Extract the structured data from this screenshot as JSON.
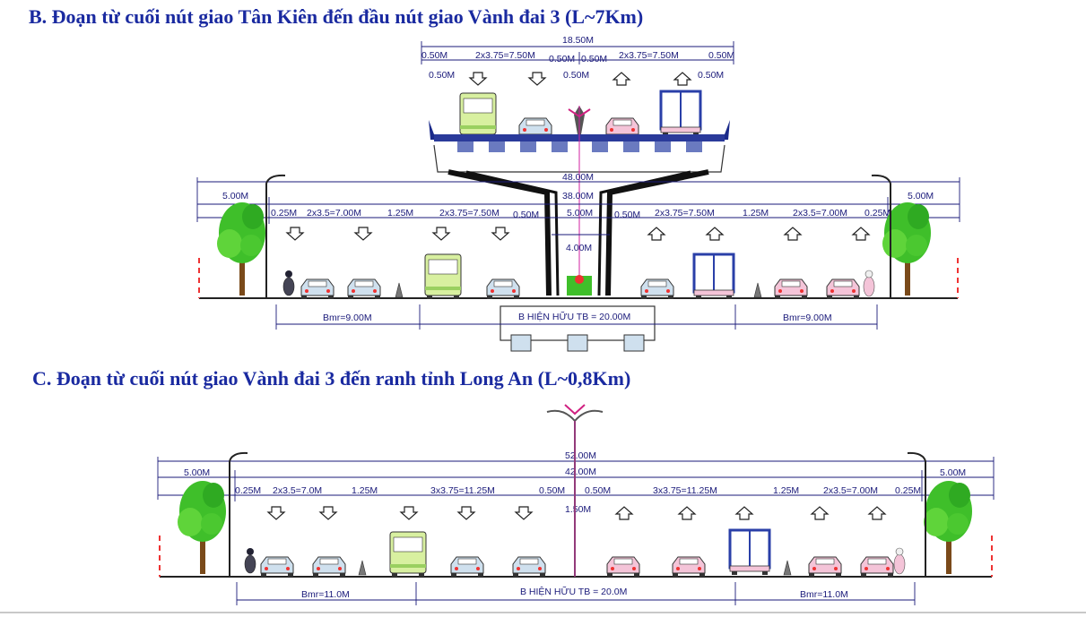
{
  "sections": {
    "b": {
      "title": "B. Đoạn từ cuối nút giao Tân Kiên đến đầu nút giao Vành đai 3 (L~7Km)",
      "elevated": {
        "total": "18.50M",
        "left_edge": "0.50M",
        "left_lanes": "2x3.75=7.50M",
        "median_left": "0.50M",
        "median_right": "0.50M",
        "right_lanes": "2x3.75=7.50M",
        "right_edge": "0.50M",
        "sub_left": "0.50M",
        "sub_center": "0.50M",
        "sub_right": "0.50M"
      },
      "ground": {
        "overall": "48.00M",
        "carriageway": "38.00M",
        "sidewalk_left": "5.00M",
        "sidewalk_right": "5.00M",
        "left_edge": "0.25M",
        "left_mixed": "2x3.5=7.00M",
        "left_sep": "1.25M",
        "left_main": "2x3.75=7.50M",
        "median_gap_left": "0.50M",
        "median": "5.00M",
        "median_gap_right": "0.50M",
        "right_main": "2x3.75=7.50M",
        "right_sep": "1.25M",
        "right_mixed": "2x3.5=7.00M",
        "right_edge": "0.25M",
        "pier_width": "4.00M"
      },
      "bottom": {
        "left": "Bmr=9.00M",
        "center": "B HIỆN HỮU TB = 20.00M",
        "right": "Bmr=9.00M"
      }
    },
    "c": {
      "title": "C. Đoạn từ cuối nút giao Vành đai 3 đến ranh tỉnh Long An (L~0,8Km)",
      "overall": "52.00M",
      "carriageway": "42.00M",
      "sidewalk_left": "5.00M",
      "sidewalk_right": "5.00M",
      "left_edge": "0.25M",
      "left_mixed": "2x3.5=7.0M",
      "left_sep": "1.25M",
      "left_main": "3x3.75=11.25M",
      "median_gap_left": "0.50M",
      "median_gap_right": "0.50M",
      "median": "1.50M",
      "right_main": "3x3.75=11.25M",
      "right_sep": "1.25M",
      "right_mixed": "2x3.5=7.00M",
      "right_edge": "0.25M",
      "bottom": {
        "left": "Bmr=11.0M",
        "center": "B HIỆN HỮU TB = 20.0M",
        "right": "Bmr=11.0M"
      }
    }
  },
  "colors": {
    "title": "#1a2aa0",
    "dimension": "#1a1a7a",
    "road": "#222222",
    "tree": "#3fbf2a",
    "bus": "#d8f0a0",
    "truck": "#2a3fa8",
    "car": "#cfe0ee",
    "pink_car": "#f4c4d8",
    "deck": "#1b2a8a",
    "median_line": "#d020a0"
  }
}
